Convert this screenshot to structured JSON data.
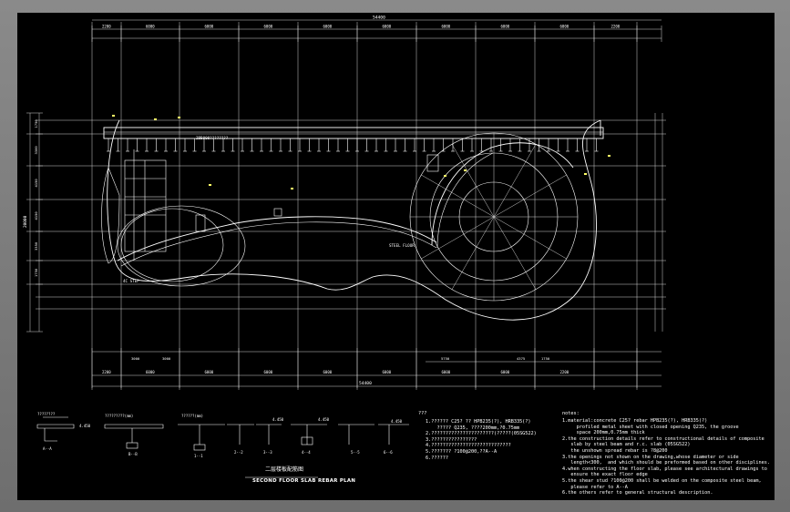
{
  "drawing": {
    "title_cn": "二层楼板配筋图",
    "title_en": "SECOND FLOOR SLAB REBAR PLAN",
    "total_length": "54400",
    "top_dims": [
      "2200",
      "6000",
      "6000",
      "6000",
      "6000",
      "6000",
      "6000",
      "6000",
      "6000",
      "2200"
    ],
    "bottom_dims": [
      "2200",
      "6000",
      "6000",
      "6000",
      "6000",
      "6000",
      "6000",
      "6000",
      "2200"
    ],
    "bottom_mid_dims": [
      "3000",
      "3000",
      "5750",
      "4375",
      "1750"
    ],
    "left_dims": [
      "1750",
      "3300",
      "4150",
      "4150",
      "3350",
      "1750"
    ],
    "left_total": "20000",
    "labels": {
      "slab_top": "2BB000????????",
      "ring": "4C STEP",
      "stair": "STEEL FLOOR"
    }
  },
  "notes_cn": {
    "header": "???",
    "lines": [
      "1.?????? C25? ?? HPB235(?), HRB335(?)",
      "    ????? Q235, ????200mm,?0.75mm",
      "2.??????????????????????(?????(05SG522)",
      "3.????????????????",
      "4.????????????????????????????",
      "5.??????? ?100@200,??A--A",
      "6.??????"
    ]
  },
  "notes_en": {
    "header": "notes:",
    "lines": [
      "1.material:concrete C25? rebar HPB235(?), HRB335(?)",
      "     profiled metal sheet with closed opening Q235, the groove",
      "     space 200mm,0.75mm thick",
      "2.the construction details refer to constructional details of composite",
      "   slab by steel beam and r.c. slab (05SG522)",
      "   the unshown spread rebar is ?8@200",
      "3.the openings not shown on the drawing,whose diameter or side",
      "   length<300,  and which should be preformed based on other disciplines.",
      "4.when constructing the floor slab, please see architectural drawings to",
      "   ensure the exact floor edge",
      "5.the shear stud ?100@200 shall be welded on the composite steel beam,",
      "   please refer to A--A",
      "6.the others refer to general structural description."
    ]
  },
  "details": {
    "sections": [
      "A--A",
      "B--B",
      "1--1",
      "2--2",
      "3--3",
      "4--4",
      "5--5",
      "6--6"
    ],
    "elevation": "4.450"
  }
}
